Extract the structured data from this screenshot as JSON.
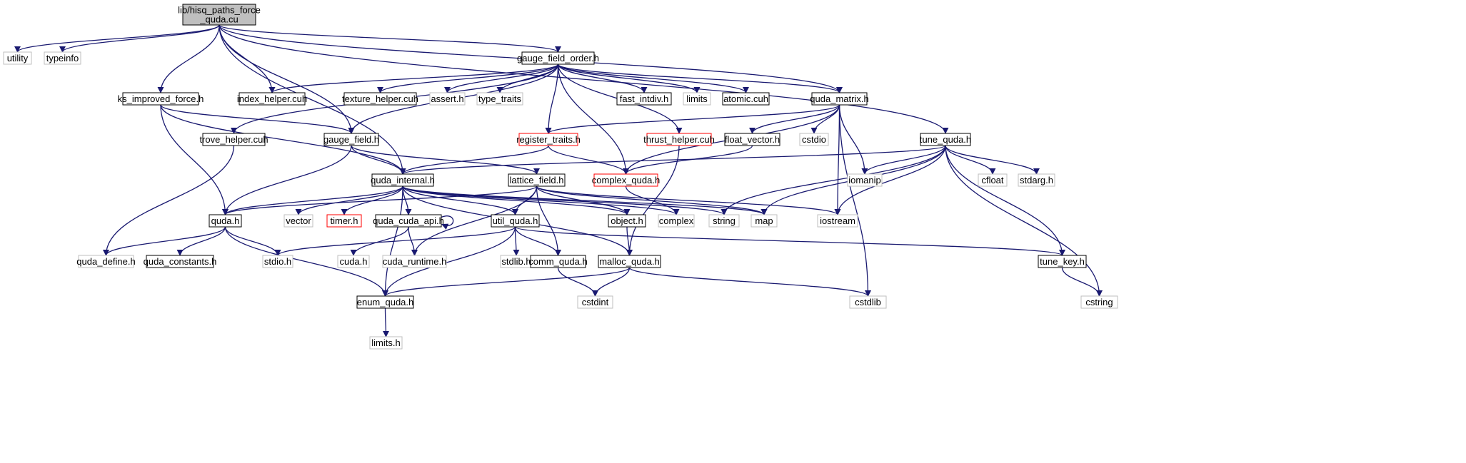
{
  "graph": {
    "root": "root",
    "nodes": [
      {
        "id": "root",
        "lines": [
          "lib/hisq_paths_force",
          "_quda.cu"
        ],
        "style": "root"
      },
      {
        "id": "utility",
        "lines": [
          "utility"
        ],
        "style": "missing"
      },
      {
        "id": "typeinfo",
        "lines": [
          "typeinfo"
        ],
        "style": "missing"
      },
      {
        "id": "ks_improved_force",
        "lines": [
          "ks_improved_force.h"
        ],
        "style": "normal"
      },
      {
        "id": "index_helper",
        "lines": [
          "index_helper.cuh"
        ],
        "style": "normal"
      },
      {
        "id": "gauge_field_order",
        "lines": [
          "gauge_field_order.h"
        ],
        "style": "normal"
      },
      {
        "id": "texture_helper",
        "lines": [
          "texture_helper.cuh"
        ],
        "style": "normal"
      },
      {
        "id": "assert",
        "lines": [
          "assert.h"
        ],
        "style": "missing"
      },
      {
        "id": "type_traits",
        "lines": [
          "type_traits"
        ],
        "style": "missing"
      },
      {
        "id": "fast_intdiv",
        "lines": [
          "fast_intdiv.h"
        ],
        "style": "normal"
      },
      {
        "id": "limits",
        "lines": [
          "limits"
        ],
        "style": "missing"
      },
      {
        "id": "atomic",
        "lines": [
          "atomic.cuh"
        ],
        "style": "normal"
      },
      {
        "id": "quda_matrix",
        "lines": [
          "quda_matrix.h"
        ],
        "style": "normal"
      },
      {
        "id": "trove_helper",
        "lines": [
          "trove_helper.cuh"
        ],
        "style": "normal"
      },
      {
        "id": "gauge_field",
        "lines": [
          "gauge_field.h"
        ],
        "style": "normal"
      },
      {
        "id": "register_traits",
        "lines": [
          "register_traits.h"
        ],
        "style": "truncated"
      },
      {
        "id": "thrust_helper",
        "lines": [
          "thrust_helper.cuh"
        ],
        "style": "truncated"
      },
      {
        "id": "float_vector",
        "lines": [
          "float_vector.h"
        ],
        "style": "normal"
      },
      {
        "id": "cstdio",
        "lines": [
          "cstdio"
        ],
        "style": "missing"
      },
      {
        "id": "tune_quda",
        "lines": [
          "tune_quda.h"
        ],
        "style": "normal"
      },
      {
        "id": "quda_internal",
        "lines": [
          "quda_internal.h"
        ],
        "style": "normal"
      },
      {
        "id": "lattice_field",
        "lines": [
          "lattice_field.h"
        ],
        "style": "normal"
      },
      {
        "id": "complex_quda",
        "lines": [
          "complex_quda.h"
        ],
        "style": "truncated"
      },
      {
        "id": "iomanip",
        "lines": [
          "iomanip"
        ],
        "style": "missing"
      },
      {
        "id": "cfloat",
        "lines": [
          "cfloat"
        ],
        "style": "missing"
      },
      {
        "id": "stdarg",
        "lines": [
          "stdarg.h"
        ],
        "style": "missing"
      },
      {
        "id": "quda_h",
        "lines": [
          "quda.h"
        ],
        "style": "normal"
      },
      {
        "id": "vector",
        "lines": [
          "vector"
        ],
        "style": "missing"
      },
      {
        "id": "timer",
        "lines": [
          "timer.h"
        ],
        "style": "truncated"
      },
      {
        "id": "quda_cuda_api",
        "lines": [
          "quda_cuda_api.h"
        ],
        "style": "normal"
      },
      {
        "id": "util_quda",
        "lines": [
          "util_quda.h"
        ],
        "style": "normal"
      },
      {
        "id": "object",
        "lines": [
          "object.h"
        ],
        "style": "normal"
      },
      {
        "id": "complex",
        "lines": [
          "complex"
        ],
        "style": "missing"
      },
      {
        "id": "string",
        "lines": [
          "string"
        ],
        "style": "missing"
      },
      {
        "id": "map",
        "lines": [
          "map"
        ],
        "style": "missing"
      },
      {
        "id": "iostream",
        "lines": [
          "iostream"
        ],
        "style": "missing"
      },
      {
        "id": "quda_define",
        "lines": [
          "quda_define.h"
        ],
        "style": "missing"
      },
      {
        "id": "quda_constants",
        "lines": [
          "quda_constants.h"
        ],
        "style": "normal"
      },
      {
        "id": "stdio",
        "lines": [
          "stdio.h"
        ],
        "style": "missing"
      },
      {
        "id": "cuda",
        "lines": [
          "cuda.h"
        ],
        "style": "missing"
      },
      {
        "id": "cuda_runtime",
        "lines": [
          "cuda_runtime.h"
        ],
        "style": "missing"
      },
      {
        "id": "stdlib",
        "lines": [
          "stdlib.h"
        ],
        "style": "missing"
      },
      {
        "id": "comm_quda",
        "lines": [
          "comm_quda.h"
        ],
        "style": "normal"
      },
      {
        "id": "malloc_quda",
        "lines": [
          "malloc_quda.h"
        ],
        "style": "normal"
      },
      {
        "id": "tune_key",
        "lines": [
          "tune_key.h"
        ],
        "style": "normal"
      },
      {
        "id": "enum_quda",
        "lines": [
          "enum_quda.h"
        ],
        "style": "normal"
      },
      {
        "id": "cstdint",
        "lines": [
          "cstdint"
        ],
        "style": "missing"
      },
      {
        "id": "cstdlib",
        "lines": [
          "cstdlib"
        ],
        "style": "missing"
      },
      {
        "id": "cstring",
        "lines": [
          "cstring"
        ],
        "style": "missing"
      },
      {
        "id": "limits_h",
        "lines": [
          "limits.h"
        ],
        "style": "missing"
      }
    ],
    "edges": [
      [
        "root",
        "utility"
      ],
      [
        "root",
        "typeinfo"
      ],
      [
        "root",
        "ks_improved_force"
      ],
      [
        "root",
        "index_helper"
      ],
      [
        "root",
        "gauge_field_order"
      ],
      [
        "root",
        "quda_matrix"
      ],
      [
        "root",
        "tune_quda"
      ],
      [
        "root",
        "gauge_field"
      ],
      [
        "root",
        "quda_internal"
      ],
      [
        "gauge_field_order",
        "index_helper"
      ],
      [
        "gauge_field_order",
        "texture_helper"
      ],
      [
        "gauge_field_order",
        "assert"
      ],
      [
        "gauge_field_order",
        "type_traits"
      ],
      [
        "gauge_field_order",
        "fast_intdiv"
      ],
      [
        "gauge_field_order",
        "limits"
      ],
      [
        "gauge_field_order",
        "atomic"
      ],
      [
        "gauge_field_order",
        "quda_matrix"
      ],
      [
        "gauge_field_order",
        "trove_helper"
      ],
      [
        "gauge_field_order",
        "gauge_field"
      ],
      [
        "gauge_field_order",
        "register_traits"
      ],
      [
        "gauge_field_order",
        "thrust_helper"
      ],
      [
        "gauge_field_order",
        "complex_quda"
      ],
      [
        "ks_improved_force",
        "gauge_field"
      ],
      [
        "ks_improved_force",
        "quda_internal"
      ],
      [
        "ks_improved_force",
        "quda_h"
      ],
      [
        "quda_matrix",
        "register_traits"
      ],
      [
        "quda_matrix",
        "float_vector"
      ],
      [
        "quda_matrix",
        "cstdio"
      ],
      [
        "quda_matrix",
        "iomanip"
      ],
      [
        "quda_matrix",
        "iostream"
      ],
      [
        "quda_matrix",
        "complex_quda"
      ],
      [
        "quda_matrix",
        "cstdlib"
      ],
      [
        "trove_helper",
        "quda_define"
      ],
      [
        "gauge_field",
        "quda_internal"
      ],
      [
        "gauge_field",
        "lattice_field"
      ],
      [
        "gauge_field",
        "quda_h"
      ],
      [
        "register_traits",
        "quda_internal"
      ],
      [
        "register_traits",
        "complex_quda"
      ],
      [
        "thrust_helper",
        "malloc_quda"
      ],
      [
        "float_vector",
        "complex_quda"
      ],
      [
        "tune_quda",
        "quda_internal"
      ],
      [
        "tune_quda",
        "iomanip"
      ],
      [
        "tune_quda",
        "cfloat"
      ],
      [
        "tune_quda",
        "stdarg"
      ],
      [
        "tune_quda",
        "string"
      ],
      [
        "tune_quda",
        "map"
      ],
      [
        "tune_quda",
        "iostream"
      ],
      [
        "tune_quda",
        "tune_key"
      ],
      [
        "tune_quda",
        "cstring"
      ],
      [
        "complex_quda",
        "complex"
      ],
      [
        "quda_internal",
        "quda_h"
      ],
      [
        "quda_internal",
        "vector"
      ],
      [
        "quda_internal",
        "timer"
      ],
      [
        "quda_internal",
        "quda_cuda_api"
      ],
      [
        "quda_internal",
        "util_quda"
      ],
      [
        "quda_internal",
        "object"
      ],
      [
        "quda_internal",
        "complex"
      ],
      [
        "quda_internal",
        "string"
      ],
      [
        "quda_internal",
        "map"
      ],
      [
        "quda_internal",
        "malloc_quda"
      ],
      [
        "quda_internal",
        "enum_quda"
      ],
      [
        "lattice_field",
        "quda_h"
      ],
      [
        "lattice_field",
        "util_quda"
      ],
      [
        "lattice_field",
        "object"
      ],
      [
        "lattice_field",
        "cuda_runtime"
      ],
      [
        "lattice_field",
        "comm_quda"
      ],
      [
        "lattice_field",
        "map"
      ],
      [
        "lattice_field",
        "iostream"
      ],
      [
        "quda_h",
        "quda_define"
      ],
      [
        "quda_h",
        "quda_constants"
      ],
      [
        "quda_h",
        "stdio"
      ],
      [
        "quda_h",
        "enum_quda"
      ],
      [
        "quda_cuda_api",
        "quda_cuda_api"
      ],
      [
        "quda_cuda_api",
        "cuda"
      ],
      [
        "quda_cuda_api",
        "cuda_runtime"
      ],
      [
        "util_quda",
        "stdio"
      ],
      [
        "util_quda",
        "stdlib"
      ],
      [
        "util_quda",
        "comm_quda"
      ],
      [
        "util_quda",
        "tune_key"
      ],
      [
        "util_quda",
        "enum_quda"
      ],
      [
        "object",
        "malloc_quda"
      ],
      [
        "malloc_quda",
        "enum_quda"
      ],
      [
        "malloc_quda",
        "cstdint"
      ],
      [
        "malloc_quda",
        "cstdlib"
      ],
      [
        "comm_quda",
        "cstdint"
      ],
      [
        "tune_key",
        "cstring"
      ],
      [
        "enum_quda",
        "limits_h"
      ]
    ]
  },
  "colors": {
    "edge": "#191970",
    "root_fill": "#bfbfbf",
    "normal_border": "#000000",
    "missing_border": "#bfbfbf",
    "missing_text": "#000000",
    "truncated_border": "#ff0000",
    "background": "#ffffff"
  }
}
